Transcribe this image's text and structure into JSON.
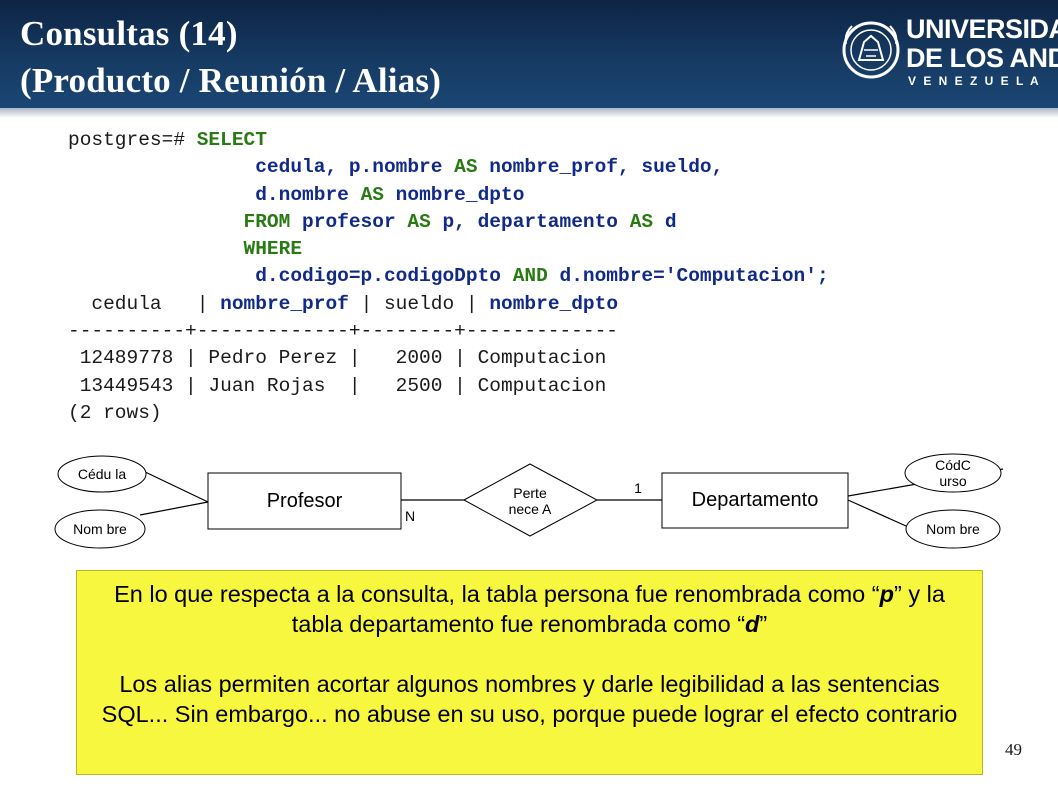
{
  "slide": {
    "title_line1": "Consultas (14)",
    "title_line2": "(Producto / Reunión / Alias)",
    "page_number": "49"
  },
  "logo": {
    "line1": "UNIVERSIDAD",
    "line2": "DE LOS ANDES",
    "line3": "V E N E Z U E L A"
  },
  "query": {
    "prompt": "postgres=# ",
    "select": "SELECT",
    "l2_a": "cedula, p.nombre ",
    "l2_as": "AS",
    "l2_b": " nombre_prof, sueldo,",
    "l3_a": "d.nombre ",
    "l3_as": "AS",
    "l3_b": " nombre_dpto",
    "l4_from": "FROM",
    "l4_a": " profesor ",
    "l4_as1": "AS",
    "l4_b": " p, departamento ",
    "l4_as2": "AS",
    "l4_c": " d",
    "l5_where": "WHERE",
    "l6_a": "d.codigo=p.codigoDpto ",
    "l6_and": "AND",
    "l6_b": " d.nombre='Computacion';"
  },
  "result": {
    "col1": "cedula",
    "col2": "nombre_prof",
    "col3": "sueldo",
    "col4": "nombre_dpto",
    "separator": "----------+-------------+--------+-------------",
    "row1": " 12489778 | Pedro Perez |   2000 | Computacion",
    "row2": " 13449543 | Juan Rojas  |   2500 | Computacion",
    "footer": "(2 rows)"
  },
  "diagram": {
    "attr_cedula": "Cédu la",
    "attr_nombre_left": "Nom bre",
    "entity_profesor": "Profesor",
    "card_n": "N",
    "relation": "Perte nece A",
    "card_1": "1",
    "entity_departamento": "Departamento",
    "attr_codcurso": "CódC urso",
    "attr_nombre_right": "Nom bre"
  },
  "note": {
    "p1_a": "En lo que respecta a la consulta, la tabla persona fue renombrada como “",
    "p1_p": "p",
    "p1_b": "” y la tabla departamento fue renombrada como “",
    "p1_d": "d",
    "p1_c": "”",
    "p2": "Los alias permiten acortar algunos nombres y darle legibilidad a las sentencias SQL... Sin embargo... no abuse en su uso, porque puede lograr el efecto contrario"
  }
}
